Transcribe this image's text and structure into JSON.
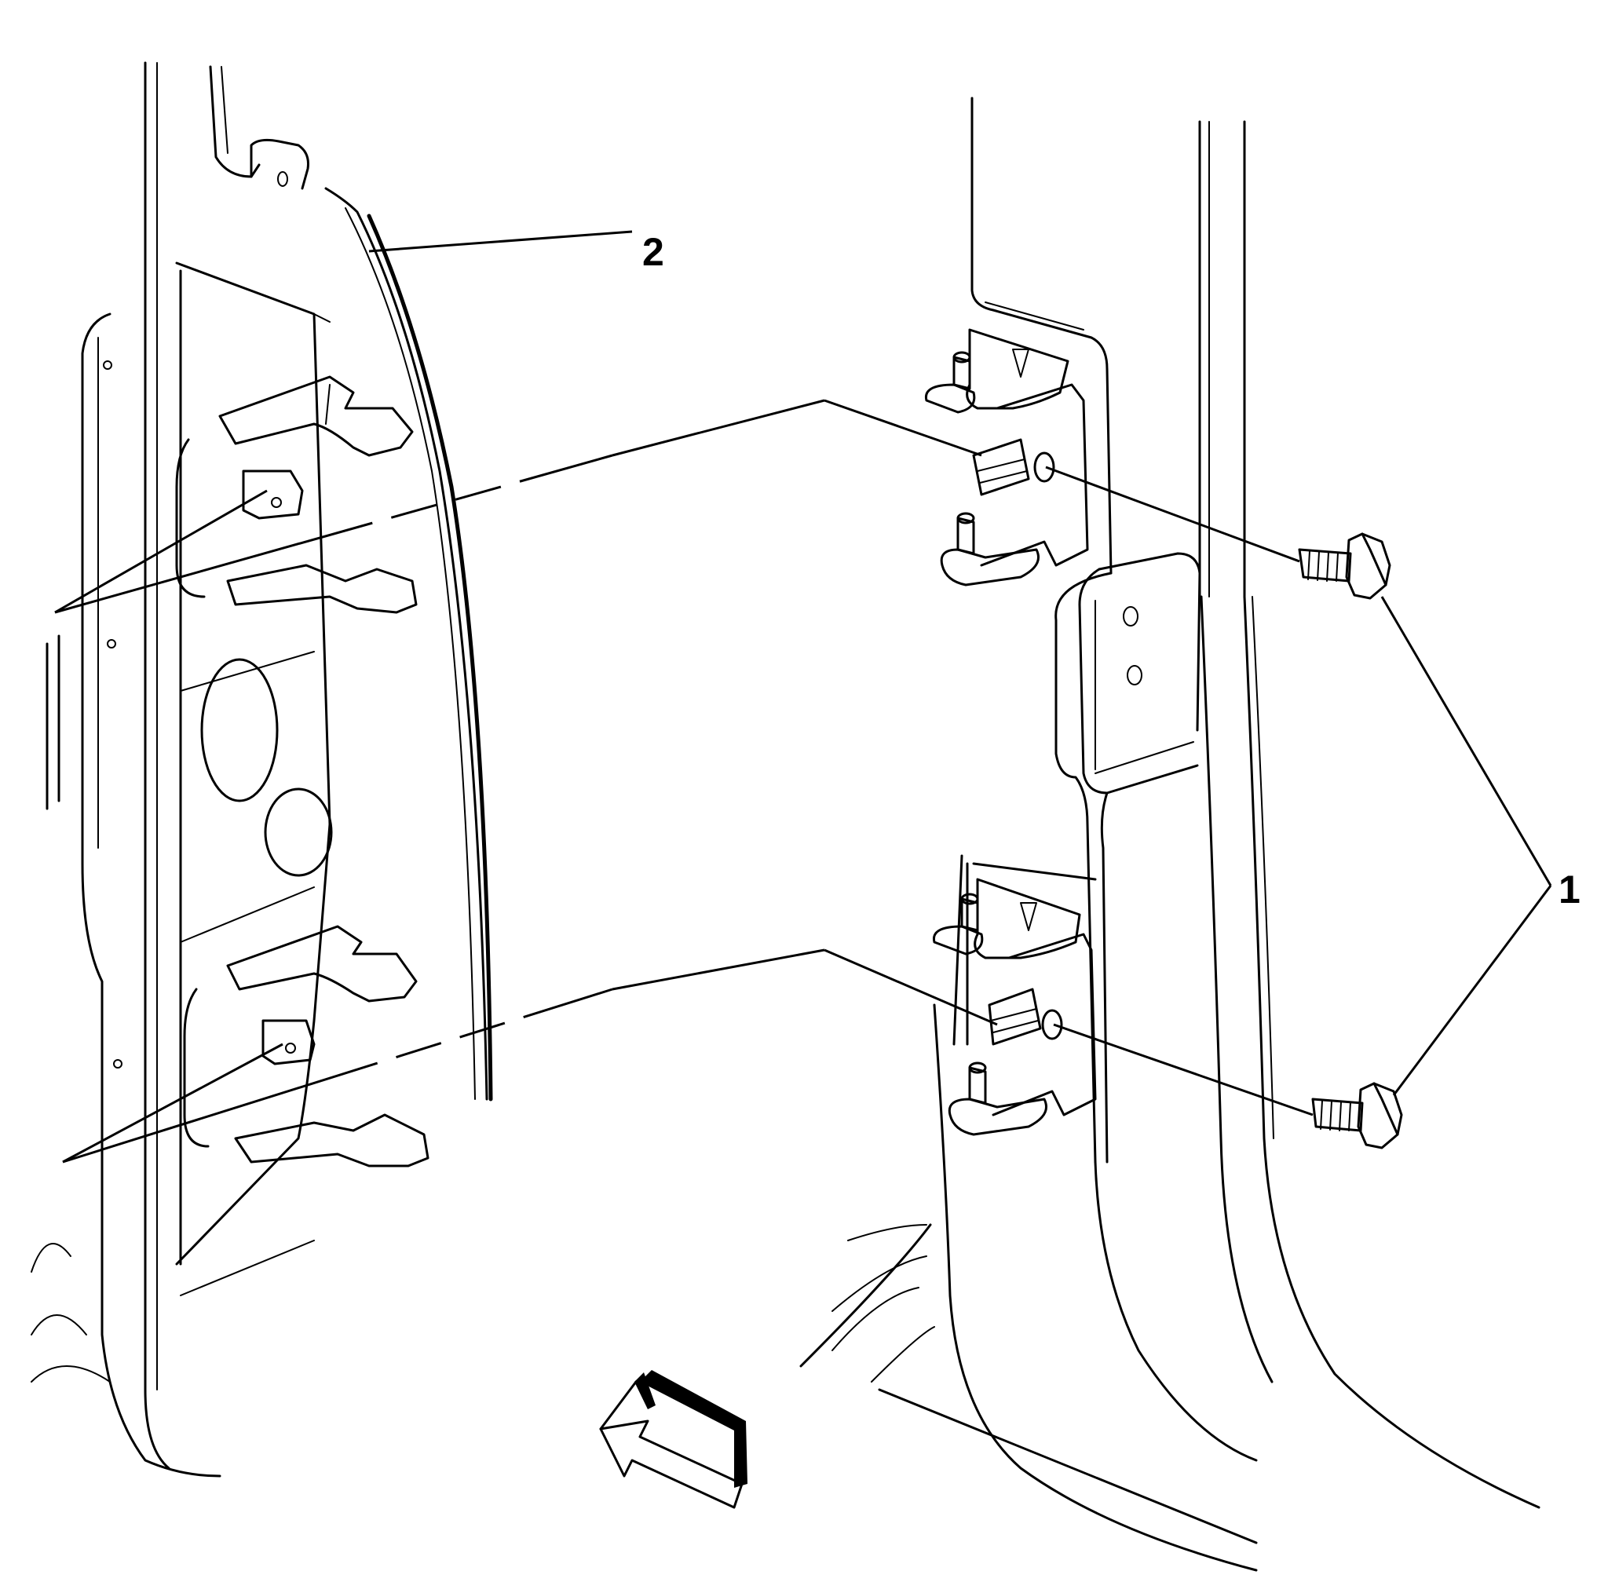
{
  "callouts": [
    {
      "id": "bolt",
      "label": "1"
    },
    {
      "id": "door",
      "label": "2"
    }
  ]
}
